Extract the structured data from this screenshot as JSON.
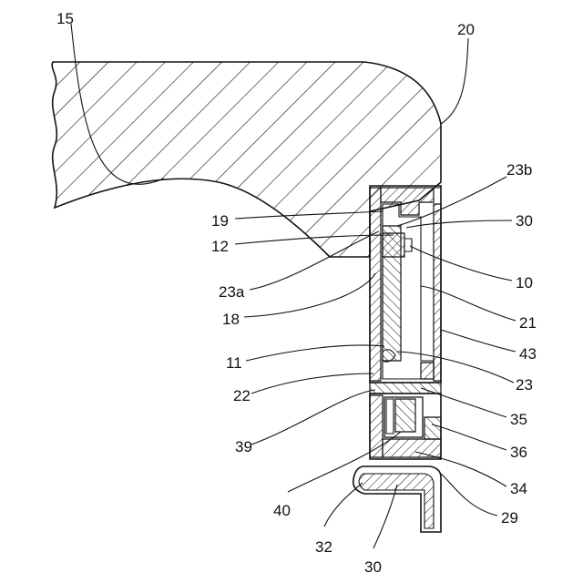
{
  "labels": {
    "l15": "15",
    "l20": "20",
    "l23b": "23b",
    "l19": "19",
    "l30a": "30",
    "l12": "12",
    "l23a": "23a",
    "l10": "10",
    "l18": "18",
    "l21": "21",
    "l11": "11",
    "l43": "43",
    "l22": "22",
    "l23": "23",
    "l35": "35",
    "l39": "39",
    "l36": "36",
    "l34": "34",
    "l40": "40",
    "l29": "29",
    "l32": "32",
    "l30b": "30"
  }
}
